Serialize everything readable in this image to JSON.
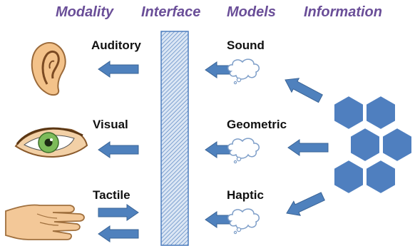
{
  "headers": {
    "modality": "Modality",
    "interface": "Interface",
    "models": "Models",
    "information": "Information"
  },
  "modalities": {
    "auditory": "Auditory",
    "visual": "Visual",
    "tactile": "Tactile"
  },
  "models": {
    "sound": "Sound",
    "geometric": "Geometric",
    "haptic": "Haptic"
  },
  "colors": {
    "header_text": "#6a4e98",
    "arrow_fill": "#4f81bd",
    "arrow_stroke": "#3a6496",
    "hexagon_fill": "#4f7fbf",
    "interface_bar_fill": "#c9d8ec",
    "interface_bar_stroke": "#4f7fbf",
    "cloud_fill": "#ffffff",
    "cloud_stroke": "#7f9fc9"
  },
  "icons": {
    "auditory": "ear-icon",
    "visual": "eye-icon",
    "tactile": "hand-icon",
    "models": "thought-cloud-icon",
    "information": "hexagon-cluster-icon"
  }
}
